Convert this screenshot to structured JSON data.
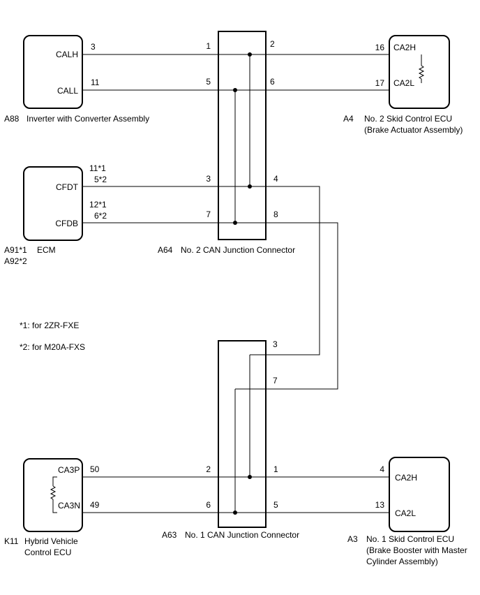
{
  "components": {
    "a88": {
      "ref": "A88",
      "name": "Inverter with Converter Assembly",
      "pins": [
        "CALH",
        "CALL"
      ],
      "pin_numbers": [
        "3",
        "11"
      ]
    },
    "a4": {
      "ref": "A4",
      "name_line1": "No. 2 Skid Control ECU",
      "name_line2": "(Brake Actuator Assembly)",
      "pins": [
        "CA2H",
        "CA2L"
      ],
      "pin_numbers": [
        "16",
        "17"
      ]
    },
    "ecm": {
      "ref_line1": "A91*1",
      "name": "ECM",
      "ref_line2": "A92*2",
      "pins": [
        "CFDT",
        "CFDB"
      ],
      "pin_numbers_top": [
        "11*1",
        "5*2"
      ],
      "pin_numbers_bottom": [
        "12*1",
        "6*2"
      ]
    },
    "a64": {
      "ref": "A64",
      "name": "No. 2 CAN Junction Connector",
      "left_pins": [
        "1",
        "5",
        "3",
        "7"
      ],
      "right_pins": [
        "2",
        "6",
        "4",
        "8"
      ]
    },
    "a63": {
      "ref": "A63",
      "name": "No. 1 CAN Junction Connector",
      "top_pins": [
        "3",
        "7"
      ],
      "left_pins": [
        "2",
        "6"
      ],
      "right_pins": [
        "1",
        "5"
      ]
    },
    "k11": {
      "ref": "K11",
      "name_line1": "Hybrid Vehicle",
      "name_line2": "Control ECU",
      "pins": [
        "CA3P",
        "CA3N"
      ],
      "pin_numbers": [
        "50",
        "49"
      ]
    },
    "a3": {
      "ref": "A3",
      "name_line1": "No. 1 Skid Control ECU",
      "name_line2": "(Brake Booster with Master",
      "name_line3": "Cylinder Assembly)",
      "pins": [
        "CA2H",
        "CA2L"
      ],
      "pin_numbers": [
        "4",
        "13"
      ]
    }
  },
  "notes": [
    "*1: for 2ZR-FXE",
    "*2: for M20A-FXS"
  ]
}
